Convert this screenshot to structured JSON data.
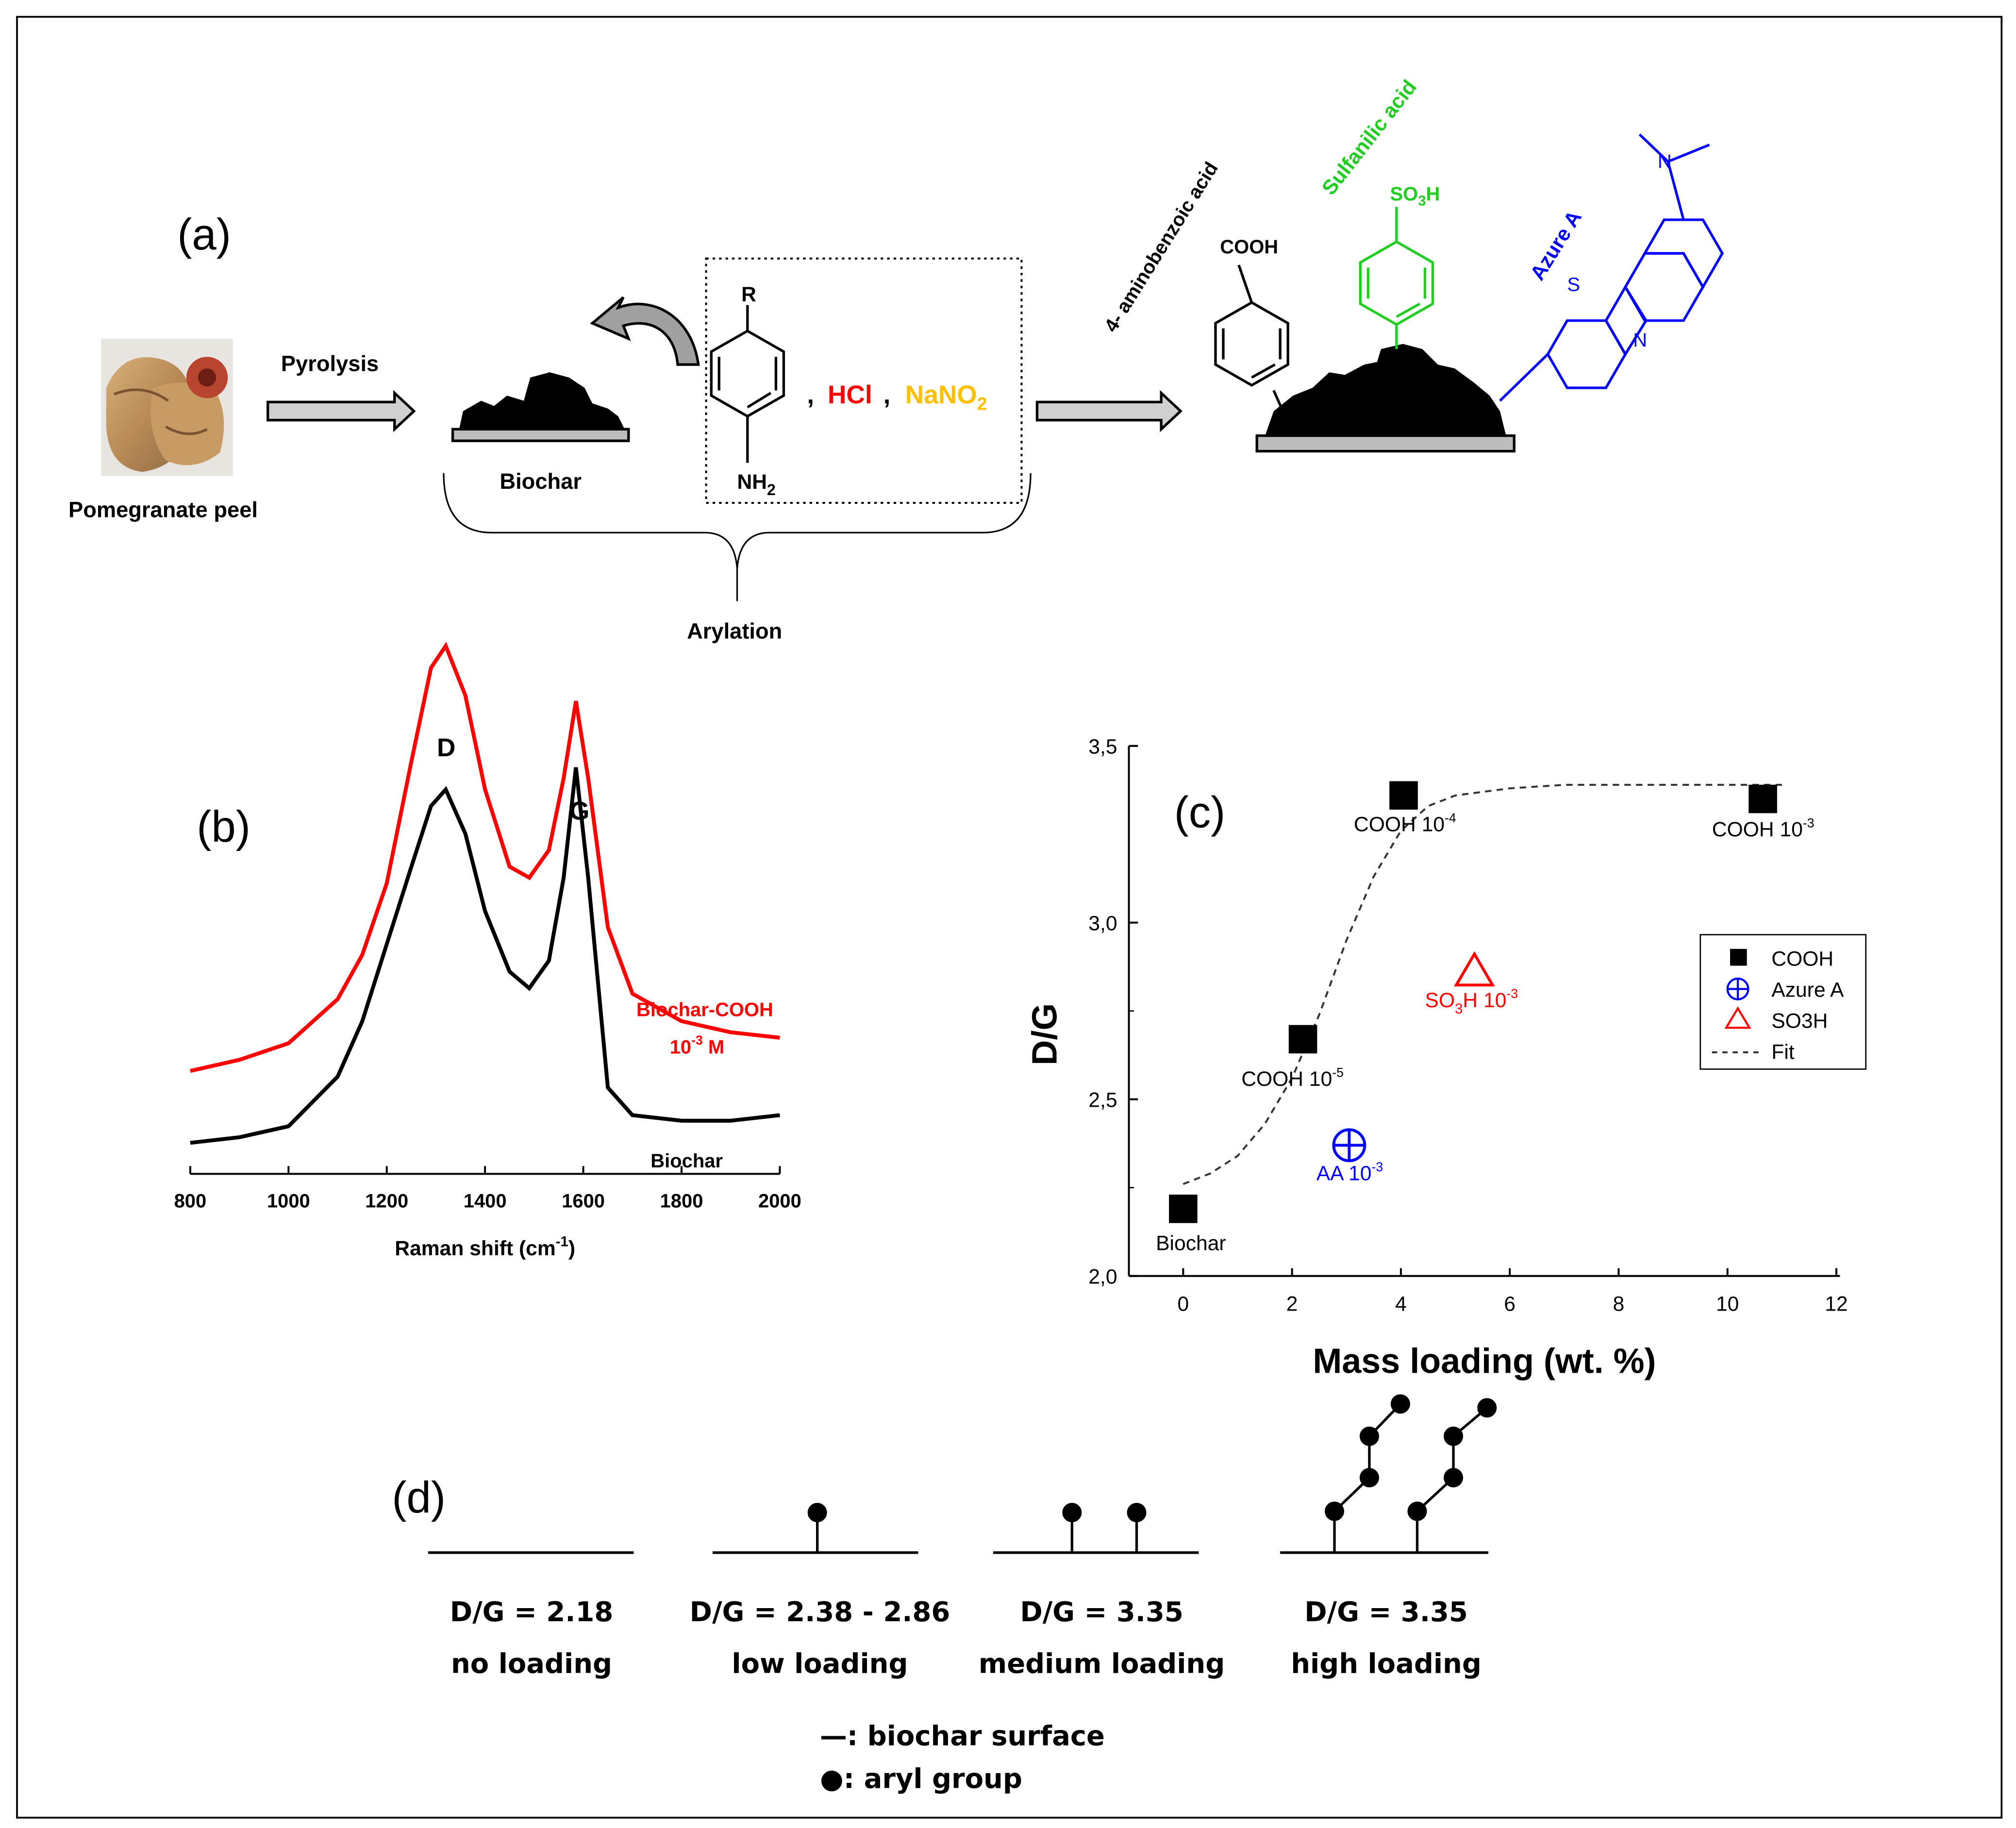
{
  "panel_a": {
    "label": "(a)",
    "photo_caption": "Pomegranate peel",
    "step_label": "Pyrolysis",
    "biochar_label": "Biochar",
    "reagent_r": "R",
    "reagent_nh2": "NH",
    "reagent_nh2_sub": "2",
    "hcl": "HCl",
    "comma": ",",
    "nano2": "NaNO",
    "nano2_sub": "2",
    "brace_label": "Arylation",
    "group_cooh": "COOH",
    "group_cooh_name": "4- aminobenzoic acid",
    "group_so3h": "SO",
    "group_so3h_sub": "3",
    "group_so3h_h": "H",
    "group_so3h_name": "Sulfanilic acid",
    "group_azure_name": "Azure A",
    "azure_s": "S",
    "azure_n": "N",
    "colors": {
      "hcl": "#ff0000",
      "nano2": "#ffc000",
      "sulfanilic": "#22cc22",
      "azure": "#0000ff"
    }
  },
  "panel_b": {
    "label": "(b)",
    "peak_d": "D",
    "peak_g": "G",
    "curve_red_label_1": "Biochar-COOH",
    "curve_red_label_2_base": "10",
    "curve_red_label_2_exp": "-3",
    "curve_red_label_2_unit": " M",
    "curve_black_label": "Biochar",
    "xlabel_base": "Raman shift (cm",
    "xlabel_exp": "-1",
    "xlabel_end": ")",
    "xticks": [
      "800",
      "1000",
      "1200",
      "1400",
      "1600",
      "1800",
      "2000"
    ]
  },
  "panel_c": {
    "label": "(c)",
    "xlabel": "Mass loading (wt. %)",
    "ylabel": "D/G",
    "xticks": [
      "0",
      "2",
      "4",
      "6",
      "8",
      "10",
      "12"
    ],
    "yticks": [
      "2,0",
      "2,5",
      "3,0",
      "3,5"
    ],
    "point_labels": {
      "biochar": "Biochar",
      "cooh5": "COOH 10",
      "cooh5_exp": "-5",
      "cooh4": "COOH 10",
      "cooh4_exp": "-4",
      "cooh3": "COOH 10",
      "cooh3_exp": "-3",
      "aa": "AA 10",
      "aa_exp": "-3",
      "so3h": "SO",
      "so3h_sub": "3",
      "so3h_rest": "H 10",
      "so3h_exp": "-3"
    },
    "legend": [
      "COOH",
      "Azure A",
      "SO3H",
      "Fit"
    ]
  },
  "panel_d": {
    "label": "(d)",
    "states": [
      {
        "dg": "D/G = 2.18",
        "desc": "no loading"
      },
      {
        "dg": "D/G = 2.38 - 2.86",
        "desc": "low loading"
      },
      {
        "dg": "D/G = 3.35",
        "desc": "medium loading"
      },
      {
        "dg": "D/G = 3.35",
        "desc": "high loading"
      }
    ],
    "legend_surface": "—: biochar surface",
    "legend_aryl": "●: aryl group"
  },
  "chart_data": [
    {
      "type": "line",
      "panel": "b",
      "xlabel": "Raman shift (cm-1)",
      "ylabel": "",
      "xlim": [
        800,
        2000
      ],
      "series": [
        {
          "name": "Biochar-COOH 10-3 M",
          "color": "#ff0000",
          "x": [
            800,
            900,
            1000,
            1100,
            1150,
            1200,
            1250,
            1290,
            1320,
            1360,
            1400,
            1450,
            1490,
            1530,
            1560,
            1585,
            1610,
            1650,
            1700,
            1800,
            1900,
            2000
          ],
          "y": [
            0.32,
            0.34,
            0.37,
            0.45,
            0.53,
            0.66,
            0.88,
            1.05,
            1.09,
            1.0,
            0.83,
            0.69,
            0.67,
            0.72,
            0.85,
            0.99,
            0.85,
            0.58,
            0.46,
            0.41,
            0.39,
            0.38
          ]
        },
        {
          "name": "Biochar",
          "color": "#000000",
          "x": [
            800,
            900,
            1000,
            1100,
            1150,
            1200,
            1250,
            1290,
            1320,
            1360,
            1400,
            1450,
            1490,
            1530,
            1560,
            1585,
            1610,
            1650,
            1700,
            1800,
            1900,
            2000
          ],
          "y": [
            0.0,
            0.01,
            0.03,
            0.12,
            0.22,
            0.36,
            0.5,
            0.61,
            0.64,
            0.56,
            0.42,
            0.31,
            0.28,
            0.33,
            0.48,
            0.68,
            0.48,
            0.1,
            0.05,
            0.04,
            0.04,
            0.05
          ]
        }
      ]
    },
    {
      "type": "scatter",
      "panel": "c",
      "xlabel": "Mass loading (wt. %)",
      "ylabel": "D/G",
      "xlim": [
        -1,
        12
      ],
      "ylim": [
        2.0,
        3.5
      ],
      "legend_position": "right",
      "series": [
        {
          "name": "COOH",
          "marker": "square",
          "color": "#000000",
          "points": [
            {
              "x": 0,
              "y": 2.19,
              "label": "Biochar"
            },
            {
              "x": 2.2,
              "y": 2.67,
              "label": "COOH 10-5"
            },
            {
              "x": 4.05,
              "y": 3.36,
              "label": "COOH 10-4"
            },
            {
              "x": 10.65,
              "y": 3.35,
              "label": "COOH 10-3"
            }
          ]
        },
        {
          "name": "Azure A",
          "marker": "circle-plus",
          "color": "#0000ff",
          "points": [
            {
              "x": 3.05,
              "y": 2.37,
              "label": "AA 10-3"
            }
          ]
        },
        {
          "name": "SO3H",
          "marker": "triangle",
          "color": "#ff0000",
          "points": [
            {
              "x": 5.35,
              "y": 2.86,
              "label": "SO3H 10-3"
            }
          ]
        },
        {
          "name": "Fit",
          "style": "dashed",
          "color": "#333333",
          "x": [
            0,
            0.5,
            1,
            1.5,
            2,
            2.5,
            3,
            3.5,
            4,
            4.5,
            5,
            6,
            7,
            8,
            9,
            10,
            11
          ],
          "y": [
            2.26,
            2.29,
            2.34,
            2.43,
            2.56,
            2.74,
            2.95,
            3.13,
            3.26,
            3.33,
            3.36,
            3.38,
            3.39,
            3.39,
            3.39,
            3.39,
            3.39
          ]
        }
      ]
    }
  ]
}
